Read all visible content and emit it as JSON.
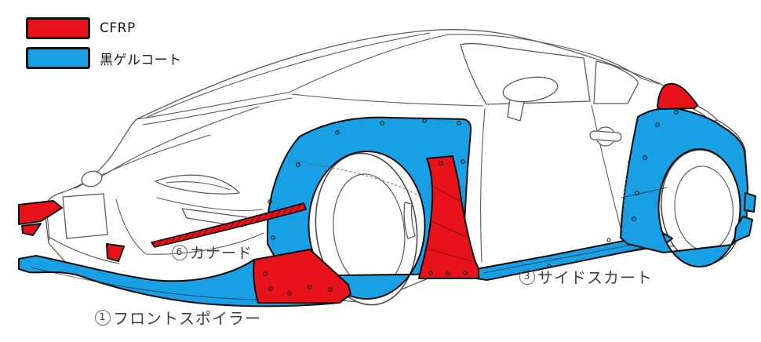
{
  "diagram": {
    "title_hint": "car body kit material diagram",
    "legend": {
      "items": [
        {
          "label": "CFRP",
          "swatch": "red",
          "color": "#e8121a"
        },
        {
          "label": "黒ゲルコート",
          "swatch": "blue",
          "color": "#189fe4"
        }
      ]
    },
    "labels": [
      {
        "number": "6",
        "text": "カナード"
      },
      {
        "number": "1",
        "text": "フロントスポイラー"
      },
      {
        "number": "3",
        "text": "サイドスカート"
      }
    ],
    "colors": {
      "cfrp_red": "#e8121a",
      "gelcoat_blue": "#189fe4",
      "label_text": "#3f3f3f"
    }
  }
}
